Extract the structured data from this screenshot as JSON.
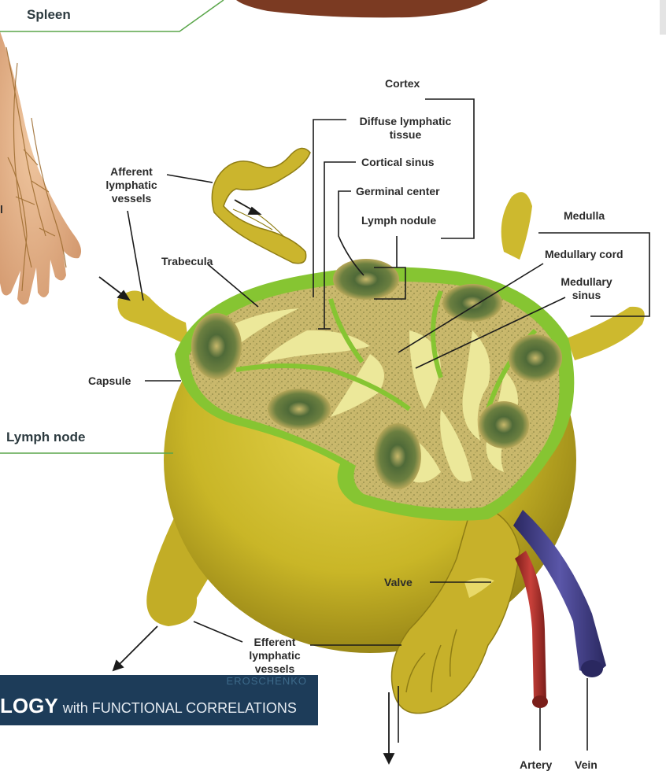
{
  "labels": {
    "spleen": "Spleen",
    "lymph_node": "Lymph node",
    "cortex": "Cortex",
    "diffuse_line1": "Diffuse lymphatic",
    "diffuse_line2": "tissue",
    "cortical_sinus": "Cortical sinus",
    "germinal_center": "Germinal center",
    "lymph_nodule": "Lymph nodule",
    "medulla": "Medulla",
    "medullary_cord": "Medullary cord",
    "medullary_sinus_line1": "Medullary",
    "medullary_sinus_line2": "sinus",
    "afferent_line1": "Afferent",
    "afferent_line2": "lymphatic",
    "afferent_line3": "vessels",
    "trabecula": "Trabecula",
    "capsule": "Capsule",
    "valve": "Valve",
    "efferent_line1": "Efferent",
    "efferent_line2": "lymphatic",
    "efferent_line3": "vessels",
    "artery": "Artery",
    "vein": "Vein",
    "edge_fragment": "l"
  },
  "banner": {
    "series_bold": "LOGY",
    "series_rest": "with FUNCTIONAL CORRELATIONS",
    "author": "EROSCHENKO"
  },
  "colors": {
    "node_body": "#c9b627",
    "node_shadow": "#8f7d14",
    "capsule_green": "#86c532",
    "cortex_tissue": "#c8b86a",
    "sinus_pale": "#ece89a",
    "nodule_dark": "#4f6a38",
    "artery": "#a8302b",
    "vein": "#3f3b7c",
    "arm_skin": "#e6b48a",
    "banner_bg": "#1d3c59",
    "leader_green": "#5aa64a"
  }
}
